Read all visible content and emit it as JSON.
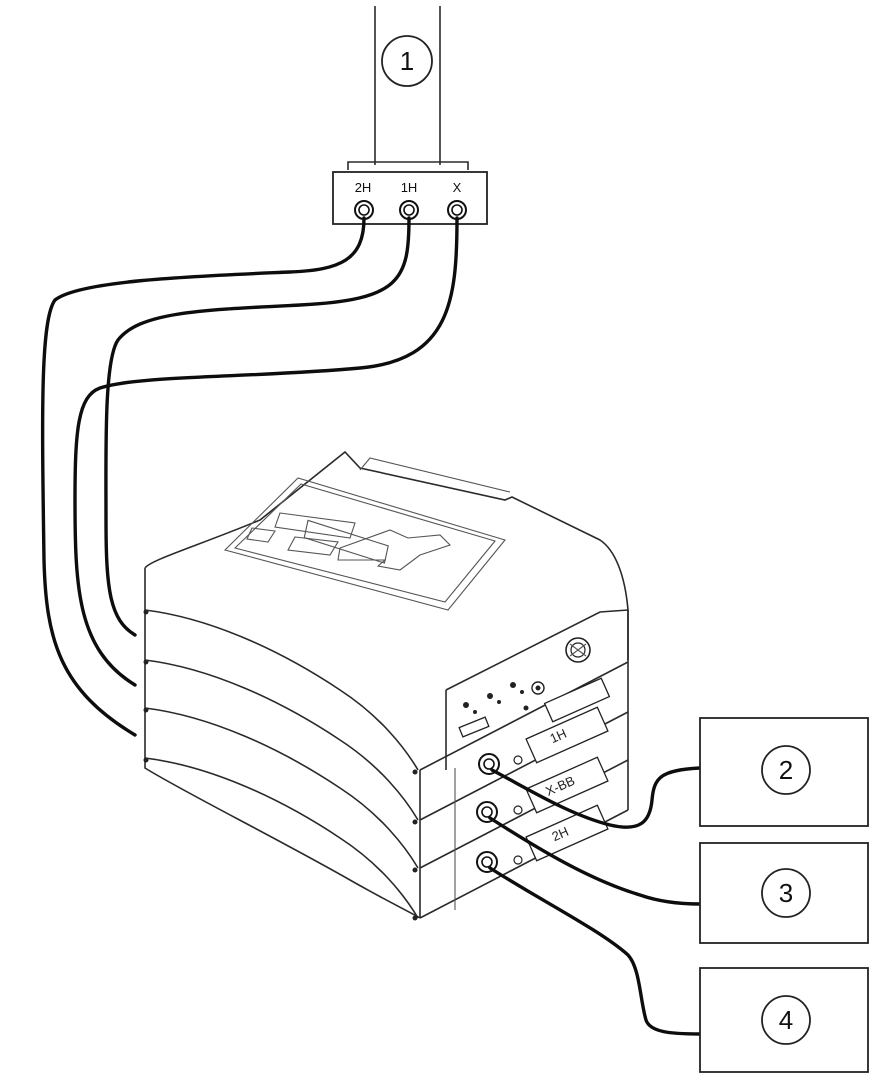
{
  "probe": {
    "callout": "1",
    "ports": [
      {
        "label": "2H"
      },
      {
        "label": "1H"
      },
      {
        "label": "X"
      }
    ]
  },
  "unit": {
    "modules": [
      {
        "label": "1H"
      },
      {
        "label": "X-BB"
      },
      {
        "label": "2H"
      }
    ]
  },
  "callouts": [
    {
      "num": "2"
    },
    {
      "num": "3"
    },
    {
      "num": "4"
    }
  ]
}
